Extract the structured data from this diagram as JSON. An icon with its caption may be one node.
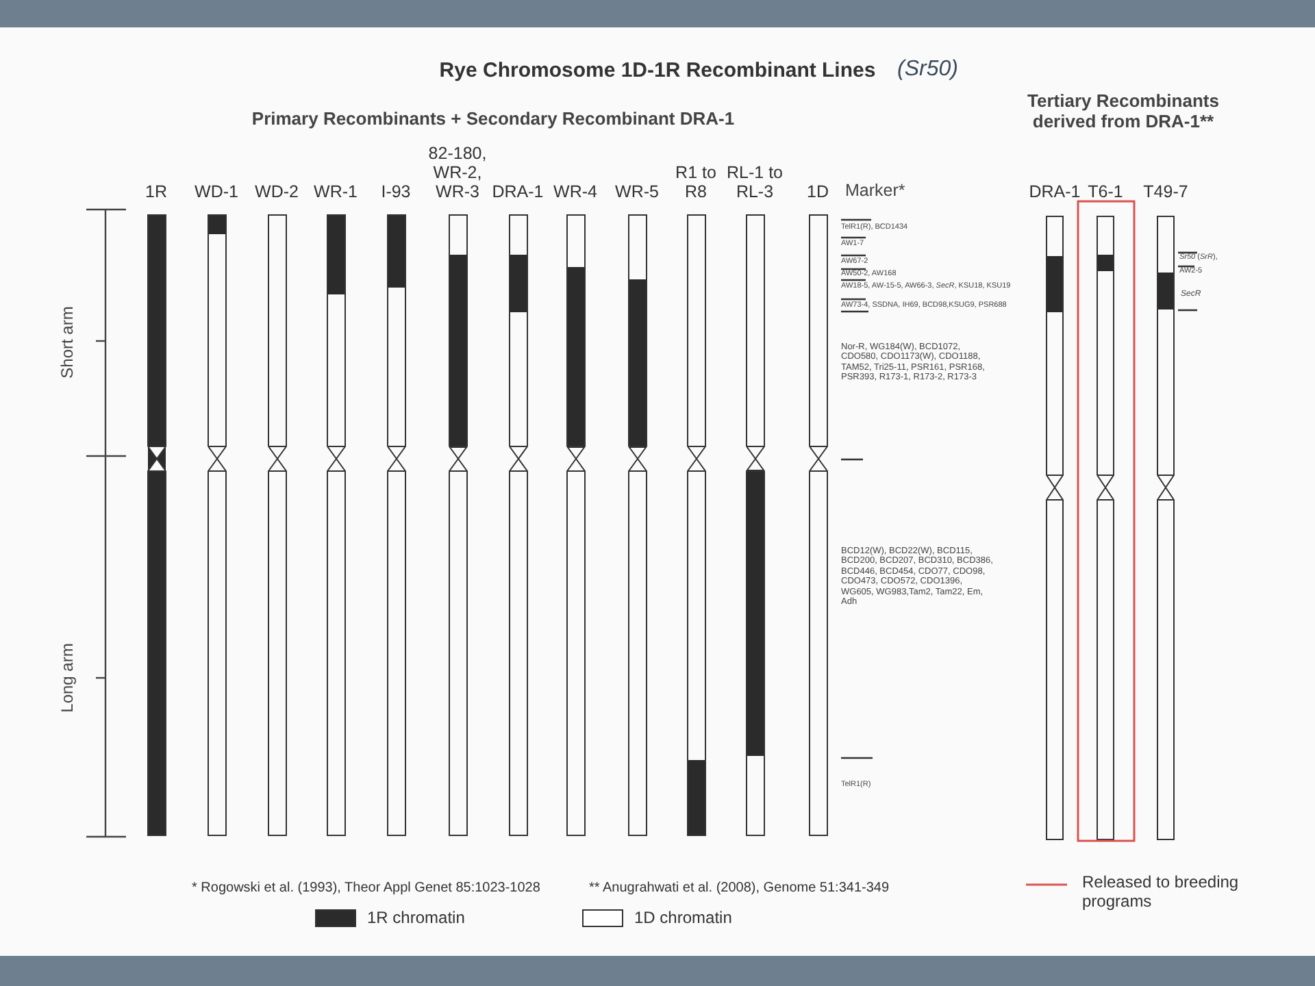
{
  "diagram": {
    "title": "Rye Chromosome 1D-1R Recombinant Lines",
    "nodes": [
      {
        "text": [
          "1R"
        ]
      },
      {
        "text": [
          "WD-1"
        ]
      },
      {
        "text": [
          "WD-2"
        ]
      },
      {
        "text": [
          "WR-1"
        ]
      },
      {
        "text": [
          "I-93"
        ]
      },
      {
        "text": [
          "82-180, WR-2, WR-3"
        ]
      },
      {
        "text": [
          "DRA-1"
        ]
      },
      {
        "text": [
          "WR-4"
        ]
      },
      {
        "text": [
          "WR-5"
        ]
      },
      {
        "text": [
          "R1 to R8"
        ]
      },
      {
        "text": [
          "RL-1 to RL-3"
        ]
      },
      {
        "text": [
          "1D"
        ]
      },
      {
        "text": [
          "DRA-1"
        ]
      },
      {
        "text": [
          "T6-1"
        ]
      },
      {
        "text": [
          "T49-7"
        ]
      }
    ],
    "labels": [
      "(*Sr50*)",
      "Primary Recombinants + Secondary Recombinant DRA-1",
      "Tertiary Recombinants derived from DRA-1**",
      "Marker*",
      "TelR1(R), BCD1434",
      "AW1-7",
      "AW67-2",
      "AW50-2, AW168",
      "AW18-5, AW-15-5, AW66-3, *SecR*, KSU18, KSU19",
      "AW73-4, SSDNA, IH69, BCD98,KSUG9, PSR688",
      "Nor-R, WG184(W), BCD1072, CDO580, CDO1173(W), CDO1188, TAM52, Tri25-11, PSR161, PSR168, PSR393, R173-1, R173-2, R173-3",
      "BCD12(W), BCD22(W), BCD115, BCD200, BCD207, BCD310, BCD386, BCD446, BCD454, CDO77, CDO98, CDO473, CDO572, CDO1396, WG605, WG983,Tam2, Tam22, Em, Adh",
      "TelR1(R)",
      "*Sr50* (*SrR*),",
      "AW2-5",
      "SecR",
      "Short arm",
      "Long arm",
      "* Rogowski et al. (1993), Theor Appl Genet 85:1023-1028",
      "** Anugrahwati et al. (2008), Genome 51:341-349"
    ],
    "legend": [
      {
        "text": "1R chromatin",
        "color": "#2b2b2b"
      },
      {
        "text": "1D chromatin",
        "color": "#ffffff"
      },
      {
        "text": "Released to breeding programs"
      }
    ]
  }
}
